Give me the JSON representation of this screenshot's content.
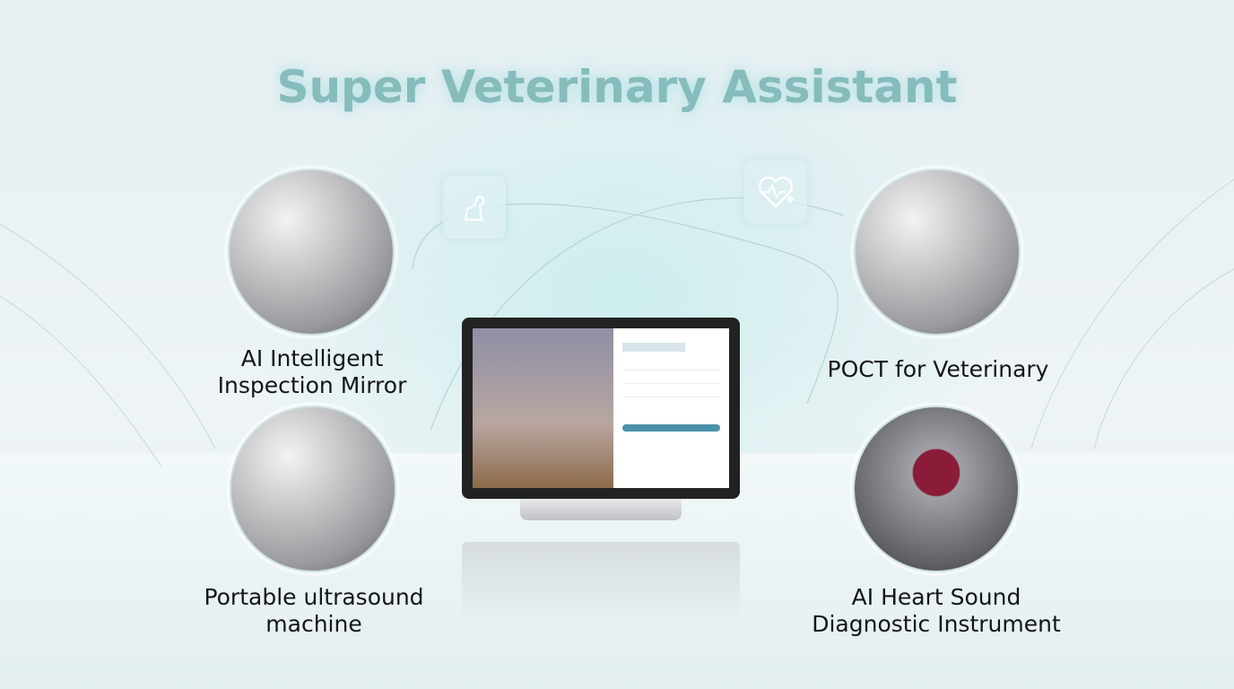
{
  "title": "Super Veterinary Assistant",
  "products": [
    {
      "label_line1": "AI Intelligent",
      "label_line2": "Inspection Mirror"
    },
    {
      "label_line1": "Portable ultrasound",
      "label_line2": "machine"
    },
    {
      "label_line1": "POCT for Veterinary",
      "label_line2": ""
    },
    {
      "label_line1": "AI Heart Sound",
      "label_line2": "Diagnostic Instrument"
    }
  ],
  "icons": [
    "dog-icon",
    "heart-pulse-plus-icon"
  ],
  "colors": {
    "title": "#86bcbc",
    "accent": "#4a90a8"
  }
}
